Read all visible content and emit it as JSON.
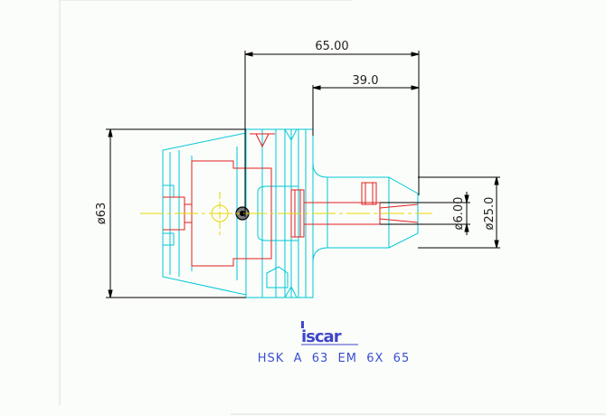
{
  "dimensions": {
    "overall_length": "65.00",
    "shank_length": "39.0",
    "flange_diameter": "ø63",
    "bore_diameter": "ø6.00",
    "nose_diameter": "ø25.0"
  },
  "branding": {
    "logo_text": "iscar",
    "part_designation": "HSK  A  63  EM  6X  65"
  },
  "colors": {
    "dimension": "#000000",
    "outline": "#00c8d8",
    "section": "#e02020",
    "centerline": "#e8d800",
    "logo": "#3f47c9",
    "caption": "#3a4fd0"
  }
}
